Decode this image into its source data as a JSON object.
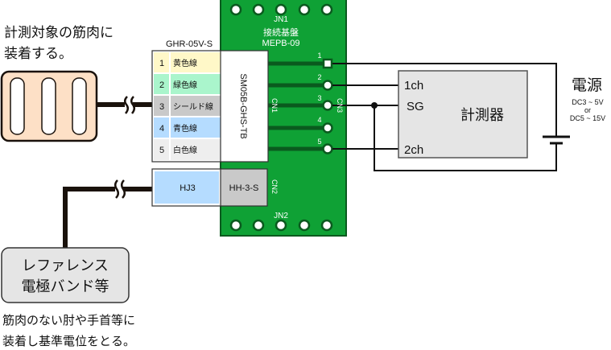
{
  "colors": {
    "board_green": "#0fa135",
    "board_border": "#0a5a1e",
    "trace_dark": "#0a5a1e",
    "electrode_fill": "#fde0c6",
    "cable": "#1a120c",
    "row_yellow": "#fff8c8",
    "row_green": "#aaf5cc",
    "row_gray": "#c9c9c9",
    "row_blue": "#b5dcff",
    "row_white": "#eeeeee",
    "hj3_fill": "#b5dcff",
    "hh3s_fill": "#c9c9c9",
    "instrument_fill": "#e5e5e5",
    "reference_fill": "#e5e5e5"
  },
  "electrode": {
    "caption_line1": "計測対象の筋肉に",
    "caption_line2": "装着する。"
  },
  "reference": {
    "label_line1": "レファレンス",
    "label_line2": "電極バンド等",
    "caption_line1": "筋肉のない肘や手首等に",
    "caption_line2": "装着し基準電位をとる。"
  },
  "connector_ghr": {
    "title": "GHR-05V-S",
    "rows": [
      {
        "num": "1",
        "label": "黄色線"
      },
      {
        "num": "2",
        "label": "緑色線"
      },
      {
        "num": "3",
        "label": "シールド線"
      },
      {
        "num": "4",
        "label": "青色線"
      },
      {
        "num": "5",
        "label": "白色線"
      }
    ]
  },
  "connector_sm05b": {
    "label": "SM05B-GHS-TB"
  },
  "connector_hj3": {
    "label": "HJ3"
  },
  "connector_hh3s": {
    "label": "HH-3-S"
  },
  "board": {
    "name": "接続基盤",
    "model": "MEPB-09",
    "jn1": "JN1",
    "jn2": "JN2",
    "cn1": "CN1",
    "cn2": "CN2",
    "cn3": "CN3",
    "pins": [
      "1",
      "2",
      "3",
      "4",
      "5"
    ]
  },
  "instrument": {
    "title": "計測器",
    "ch1": "1ch",
    "sg": "SG",
    "ch2": "2ch"
  },
  "power": {
    "title": "電源",
    "spec_line1": "DC3 ~ 5V",
    "spec_or": "or",
    "spec_line2": "DC5 ~ 15V"
  }
}
